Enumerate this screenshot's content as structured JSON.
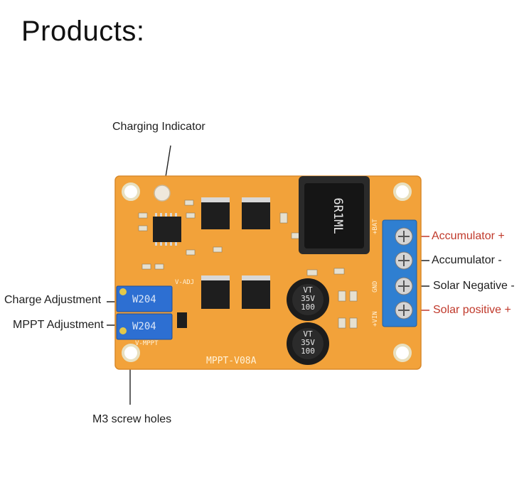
{
  "heading": "Products:",
  "callouts": {
    "charging_indicator": "Charging Indicator",
    "charge_adjustment": "Charge Adjustment",
    "mppt_adjustment": "MPPT Adjustment",
    "m3_screw_holes": "M3 screw holes",
    "accumulator_plus": "Accumulator +",
    "accumulator_minus": "Accumulator -",
    "solar_negative": "Solar Negative -",
    "solar_positive": "Solar positive +"
  },
  "board_markings": {
    "model": "MPPT-V08A",
    "inductor": "6R1ML",
    "pot_code": "W204",
    "cap_value": "100",
    "cap_voltage": "35V",
    "cap_series": "VT",
    "v_adj": "V-ADJ",
    "v_mppt": "V-MPPT",
    "bat_plus": "+BAT",
    "gnd": "GND",
    "vin_plus": "+VIN"
  },
  "colors": {
    "pcb": "#f2a23a",
    "terminal": "#2f7fd1",
    "red_label": "#c0392b",
    "pot": "#2d6fd2"
  }
}
